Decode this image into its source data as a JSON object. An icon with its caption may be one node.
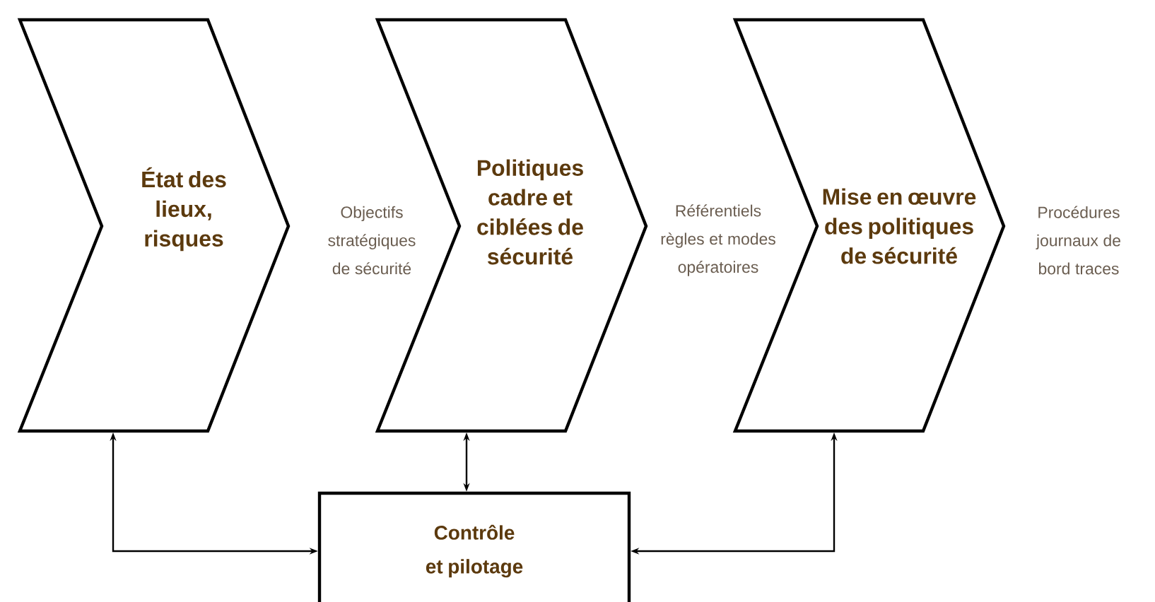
{
  "diagram": {
    "nodes": [
      {
        "text": [
          "État des lieux, risques"
        ]
      },
      {
        "text": [
          "Politiques cadre et ciblées de sécurité"
        ]
      },
      {
        "text": [
          "Mise en œuvre des politiques de sécurité"
        ]
      },
      {
        "text": [
          "Contrôle et pilotage"
        ]
      }
    ],
    "edges": [
      {
        "from": 3,
        "to": 0,
        "arrow": "both"
      },
      {
        "from": 3,
        "to": 1,
        "arrow": "both"
      },
      {
        "from": 3,
        "to": 2,
        "arrow": "both"
      }
    ],
    "labels": [
      "Objectifs stratégiques de sécurité",
      "Référentiels règles et modes opératoires",
      "Procédures journaux de bord traces"
    ]
  }
}
